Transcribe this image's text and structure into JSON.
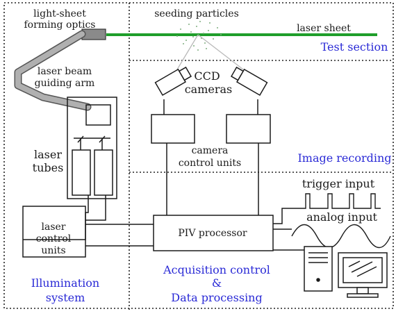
{
  "labels": {
    "light_sheet_optics": [
      "light-sheet",
      "forming optics"
    ],
    "seeding_particles": "seeding particles",
    "laser_sheet": "laser sheet",
    "test_section": "Test section",
    "laser_beam_arm": [
      "laser beam",
      "guiding arm"
    ],
    "ccd_cameras": [
      "CCD",
      "cameras"
    ],
    "laser_tubes": [
      "laser",
      "tubes"
    ],
    "camera_control_units": [
      "camera",
      "control units"
    ],
    "image_recording": "Image recording",
    "trigger_input": "trigger input",
    "analog_input": "analog input",
    "piv_processor": "PIV processor",
    "laser_control_units": [
      "laser",
      "control",
      "units"
    ],
    "illumination_system": [
      "Illumination",
      "system"
    ],
    "acquisition_control": [
      "Acquisition control",
      "&",
      "Data processing"
    ]
  },
  "colors": {
    "laser_sheet": "#1f9e2a",
    "region_label": "#2a2ad6",
    "line": "#1a1a1a",
    "arm": "#a8a8a8"
  }
}
